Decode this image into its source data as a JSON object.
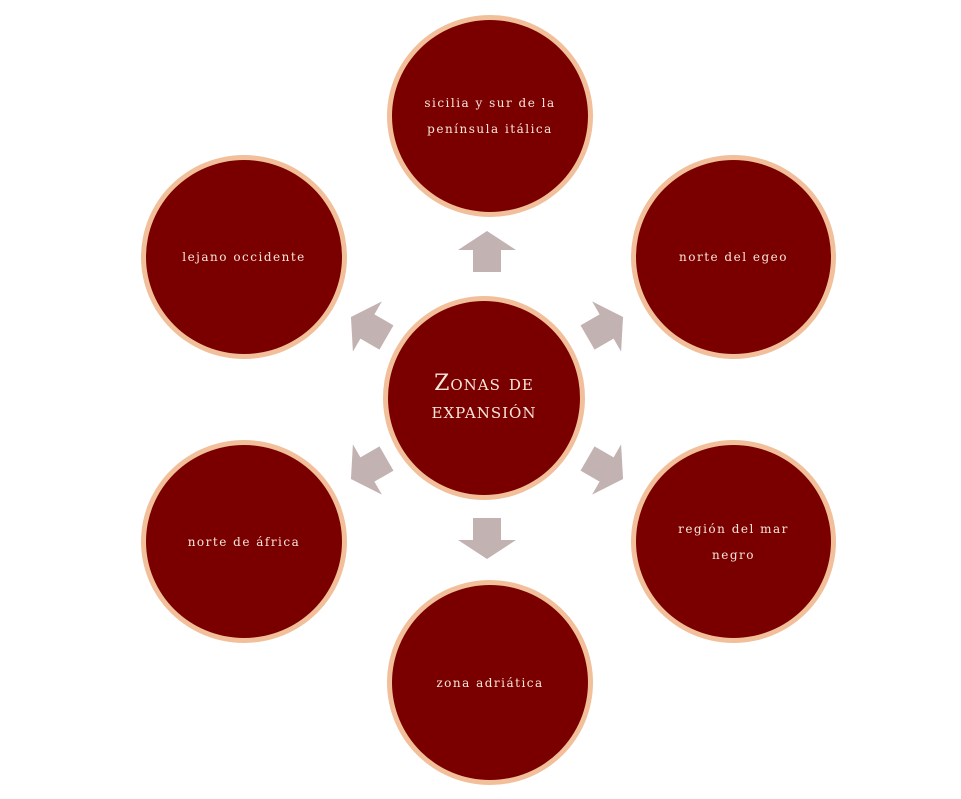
{
  "diagram": {
    "center": {
      "label": "Zonas de expansión"
    },
    "nodes": [
      {
        "id": "top",
        "label": "Sicilia y sur de la península itálica"
      },
      {
        "id": "top-right",
        "label": "Norte del Egeo"
      },
      {
        "id": "bottom-right",
        "label": "Región del mar Negro"
      },
      {
        "id": "bottom",
        "label": "Zona Adriática"
      },
      {
        "id": "bottom-left",
        "label": "Norte de África"
      },
      {
        "id": "top-left",
        "label": "Lejano occidente"
      }
    ],
    "colors": {
      "node_fill": "#7a0000",
      "node_border": "#f2bf9b",
      "node_text": "#f7e6dc",
      "arrow": "#c3b2b2"
    }
  }
}
